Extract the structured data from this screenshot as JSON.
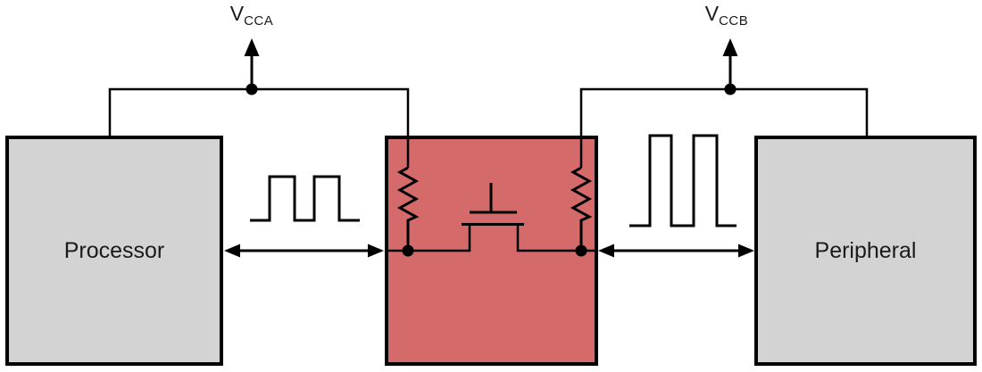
{
  "diagram": {
    "supply_a": {
      "main": "V",
      "sub": "CCA"
    },
    "supply_b": {
      "main": "V",
      "sub": "CCB"
    },
    "blocks": {
      "processor": "Processor",
      "peripheral": "Peripheral"
    },
    "colors": {
      "block_fill": "#d3d3d3",
      "translator_fill": "#d56a6a",
      "line": "#000000",
      "background": "#ffffff"
    },
    "symbols": {
      "translator_left": "pullup-resistor",
      "translator_center": "nmos-pass-transistor",
      "translator_right": "pullup-resistor",
      "bus_a": "bidirectional-arrow",
      "bus_b": "bidirectional-arrow",
      "waveform_a": "square-wave-low-amplitude",
      "waveform_b": "square-wave-high-amplitude",
      "supply_a": "up-arrow-supply",
      "supply_b": "up-arrow-supply"
    }
  }
}
